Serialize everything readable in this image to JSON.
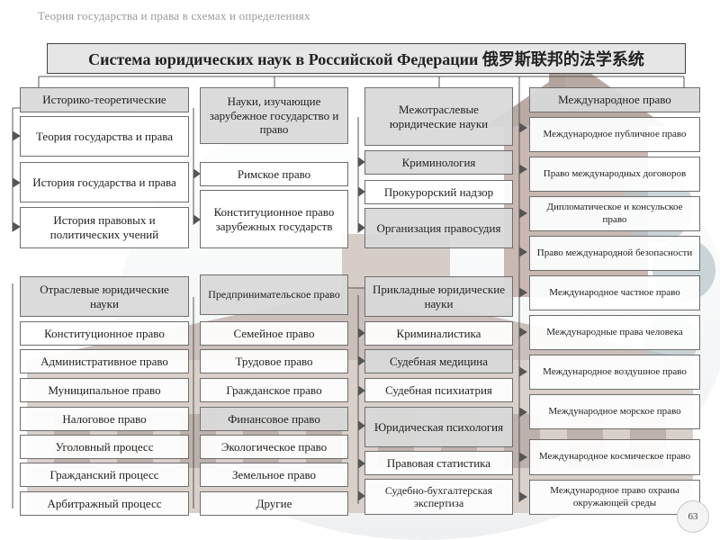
{
  "header": "Теория государства и права в схемах и определениях",
  "title": "Система юридических наук в Российской Федерации 俄罗斯联邦的法学系统",
  "col1": {
    "top_header": "Историко-теоретические",
    "top_items": [
      "Теория государства и права",
      "История государства и права",
      "История правовых и политических учений"
    ],
    "bottom_header": "Отраслевые юридические науки",
    "bottom_items": [
      "Конституционное право",
      "Административное право",
      "Муниципальное право",
      "Налоговое право",
      "Уголовный процесс",
      "Гражданский процесс",
      "Арбитражный процесс"
    ]
  },
  "col2": {
    "top_header": "Науки, изучающие зарубежное государство и право",
    "top_items": [
      "Римское право",
      "Конституционное право зарубежных государств"
    ],
    "bottom_items": [
      "Предпринимательское право",
      "Семейное право",
      "Трудовое право",
      "Гражданское право",
      "Финансовое право",
      "Экологическое право",
      "Земельное право",
      "Другие"
    ]
  },
  "col3": {
    "top_header": "Межотраслевые юридические науки",
    "top_items": [
      "Криминология",
      "Прокурорский надзор",
      "Организация правосудия"
    ],
    "bottom_header": "Прикладные юридические науки",
    "bottom_items": [
      "Криминалистика",
      "Судебная медицина",
      "Судебная психиатрия",
      "Юридическая психология",
      "Правовая статистика",
      "Судебно-бухгалтерская экспертиза"
    ]
  },
  "col4": {
    "header": "Международное право",
    "items": [
      "Международное публичное право",
      "Право международных договоров",
      "Дипломатическое и консульское право",
      "Право международной безопасности",
      "Международное частное право",
      "Международные права человека",
      "Международное воздушное право",
      "Международное морское право",
      "Международное космическое право",
      "Международное право охраны окружающей среды"
    ]
  },
  "page_number": "63",
  "colors": {
    "gray_box": "#d9d9d9",
    "border": "#6e6e6e",
    "header_text": "#9a9a9a"
  }
}
